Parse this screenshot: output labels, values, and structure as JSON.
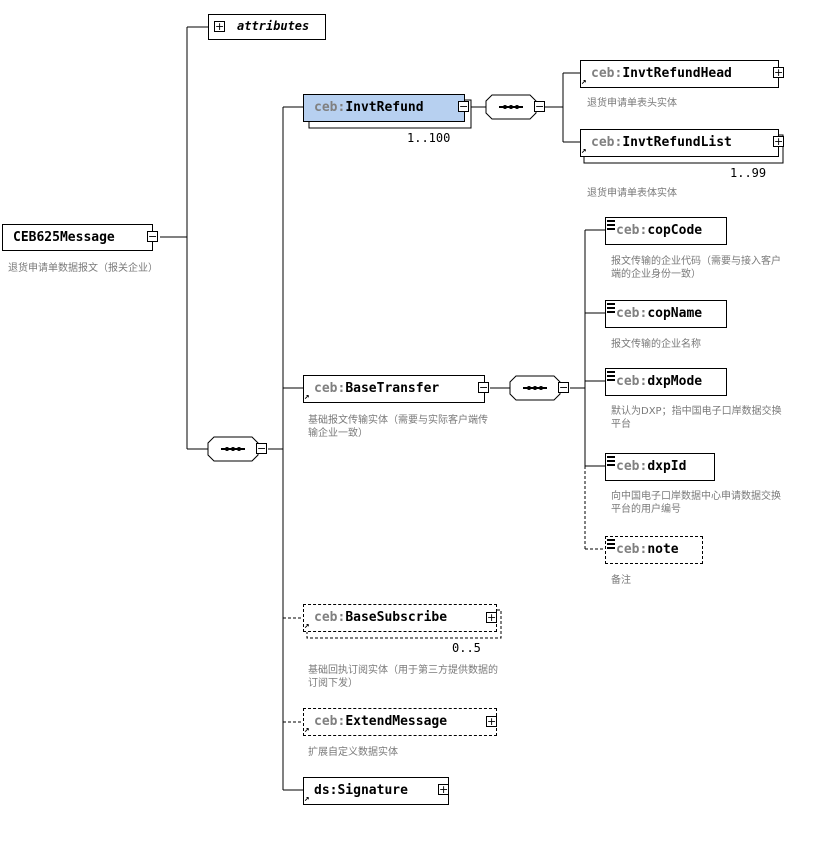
{
  "root": {
    "name": "CEB625Message",
    "doc": "退货申请单数据报文（报关企业）"
  },
  "attributes_label": "attributes",
  "invt_refund": {
    "prefix": "ceb:",
    "name": "InvtRefund",
    "cardinality": "1..100"
  },
  "invt_refund_head": {
    "prefix": "ceb:",
    "name": "InvtRefundHead",
    "doc": "退货申请单表头实体"
  },
  "invt_refund_list": {
    "prefix": "ceb:",
    "name": "InvtRefundList",
    "cardinality": "1..99",
    "doc": "退货申请单表体实体"
  },
  "base_transfer": {
    "prefix": "ceb:",
    "name": "BaseTransfer",
    "doc": "基础报文传输实体（需要与实际客户端传输企业一致）"
  },
  "cop_code": {
    "prefix": "ceb:",
    "name": "copCode",
    "doc": "报文传输的企业代码（需要与接入客户端的企业身份一致）"
  },
  "cop_name": {
    "prefix": "ceb:",
    "name": "copName",
    "doc": "报文传输的企业名称"
  },
  "dxp_mode": {
    "prefix": "ceb:",
    "name": "dxpMode",
    "doc": "默认为DXP；指中国电子口岸数据交换平台"
  },
  "dxp_id": {
    "prefix": "ceb:",
    "name": "dxpId",
    "doc": "向中国电子口岸数据中心申请数据交换平台的用户编号"
  },
  "note": {
    "prefix": "ceb:",
    "name": "note",
    "doc": "备注"
  },
  "base_subscribe": {
    "prefix": "ceb:",
    "name": "BaseSubscribe",
    "cardinality": "0..5",
    "doc": "基础回执订阅实体（用于第三方提供数据的订阅下发）"
  },
  "extend_message": {
    "prefix": "ceb:",
    "name": "ExtendMessage",
    "doc": "扩展自定义数据实体"
  },
  "signature": {
    "prefix": "ds:",
    "name": "Signature"
  },
  "icons": {
    "collapse": "−",
    "expand": "+",
    "ref_arrow": "↗"
  },
  "colors": {
    "selected_fill": "#b7d0f0",
    "doc_text": "#7a7a7a",
    "prefix_text": "#808080"
  }
}
